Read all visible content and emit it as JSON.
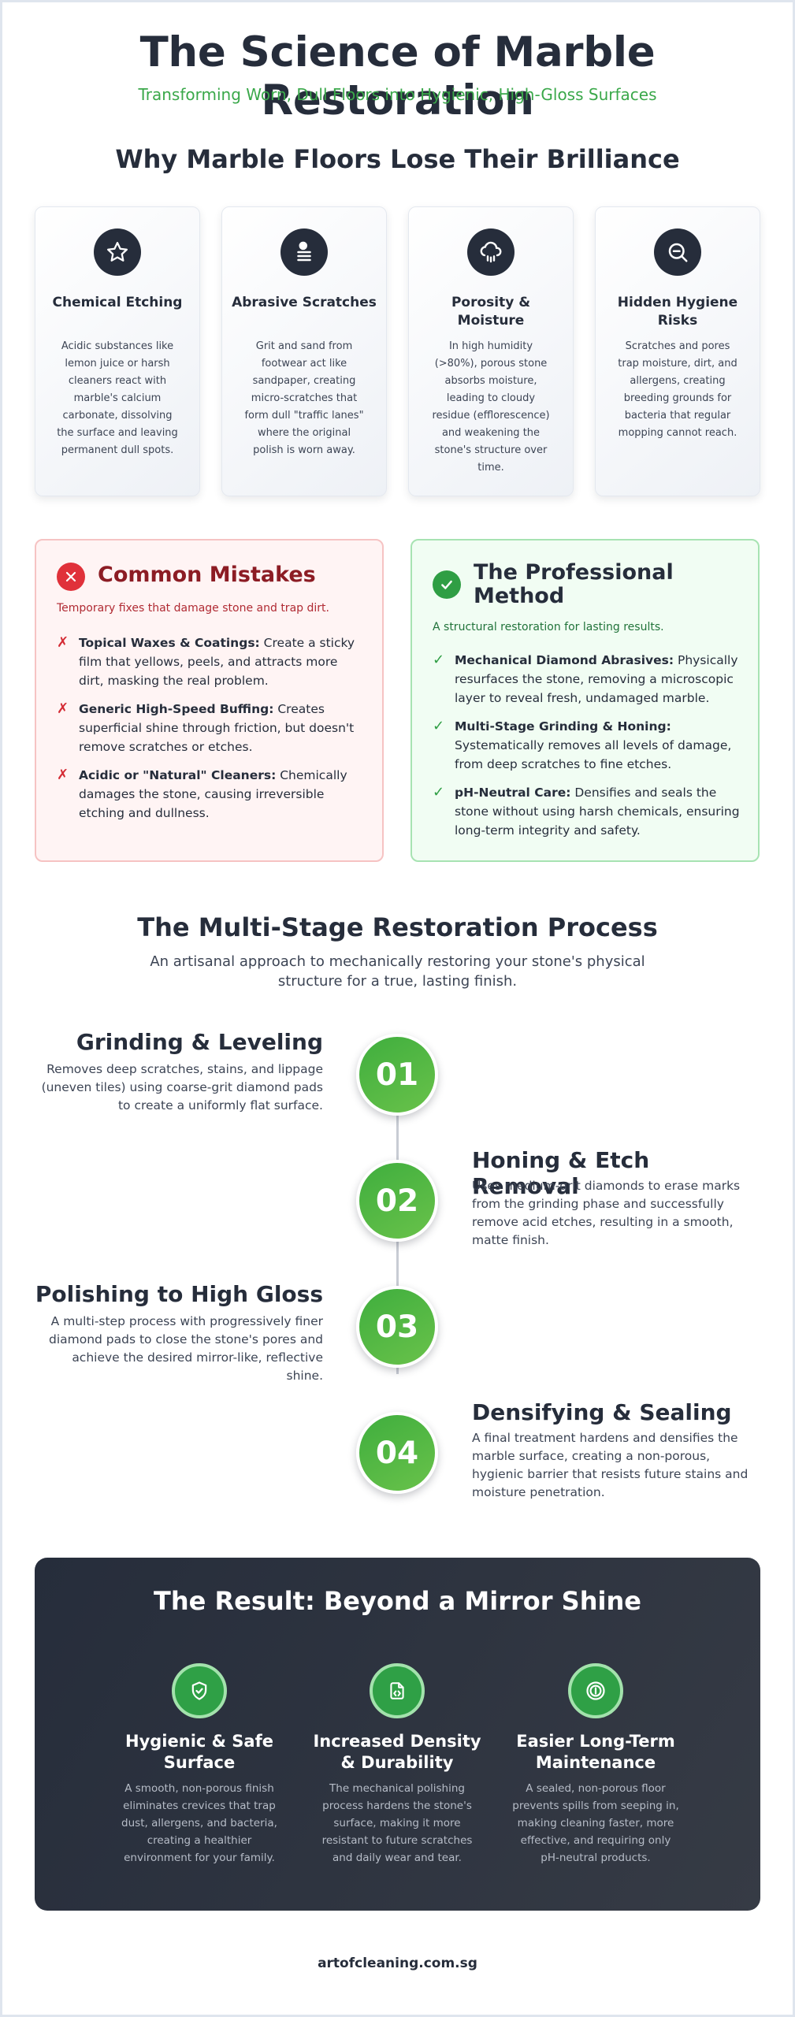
{
  "header": {
    "title": "The Science of Marble Restoration",
    "subtitle": "Transforming Worn, Dull Floors into Hygienic, High-Gloss Surfaces"
  },
  "causes": {
    "title": "Why Marble Floors Lose Their Brilliance",
    "cards": [
      {
        "icon": "star-icon",
        "title": "Chemical Etching",
        "text": "Acidic substances like lemon juice or harsh cleaners react with marble's calcium carbonate, dissolving the surface and leaving permanent dull spots."
      },
      {
        "icon": "layers-icon",
        "title": "Abrasive Scratches",
        "text": "Grit and sand from footwear act like sandpaper, creating micro-scratches that form dull \"traffic lanes\" where the original polish is worn away."
      },
      {
        "icon": "cloud-rain-icon",
        "title": "Porosity & Moisture",
        "text": "In high humidity (>80%), porous stone absorbs moisture, leading to cloudy residue (efflorescence) and weakening the stone's structure over time."
      },
      {
        "icon": "zoom-out-icon",
        "title": "Hidden Hygiene Risks",
        "text": "Scratches and pores trap moisture, dirt, and allergens, creating breeding grounds for bacteria that regular mopping cannot reach."
      }
    ]
  },
  "mistakes": {
    "icon": "x-icon",
    "title": "Common Mistakes",
    "tagline": "Temporary fixes that damage stone and trap dirt.",
    "mark": "✗",
    "items": [
      {
        "label": "Topical Waxes & Coatings:",
        "text": " Create a sticky film that yellows, peels, and attracts more dirt, masking the real problem."
      },
      {
        "label": "Generic High-Speed Buffing:",
        "text": " Creates superficial shine through friction, but doesn't remove scratches or etches."
      },
      {
        "label": "Acidic or \"Natural\" Cleaners:",
        "text": " Chemically damages the stone, causing irreversible etching and dullness."
      }
    ]
  },
  "method": {
    "icon": "check-icon",
    "title": "The Professional Method",
    "tagline": "A structural restoration for lasting results.",
    "mark": "✓",
    "items": [
      {
        "label": "Mechanical Diamond Abrasives:",
        "text": " Physically resurfaces the stone, removing a microscopic layer to reveal fresh, undamaged marble."
      },
      {
        "label": "Multi-Stage Grinding & Honing:",
        "text": " Systematically removes all levels of damage, from deep scratches to fine etches."
      },
      {
        "label": "pH-Neutral Care:",
        "text": " Densifies and seals the stone without using harsh chemicals, ensuring long-term integrity and safety."
      }
    ]
  },
  "process": {
    "title": "The Multi-Stage Restoration Process",
    "intro": "An artisanal approach to mechanically restoring your stone's physical structure for a true, lasting finish.",
    "steps": [
      {
        "number": "01",
        "title": "Grinding & Leveling",
        "text": "Removes deep scratches, stains, and lippage (uneven tiles) using coarse-grit diamond pads to create a uniformly flat surface."
      },
      {
        "number": "02",
        "title": "Honing & Etch Removal",
        "text": "Uses medium-grit diamonds to erase marks from the grinding phase and successfully remove acid etches, resulting in a smooth, matte finish."
      },
      {
        "number": "03",
        "title": "Polishing to High Gloss",
        "text": "A multi-step process with progressively finer diamond pads to close the stone's pores and achieve the desired mirror-like, reflective shine."
      },
      {
        "number": "04",
        "title": "Densifying & Sealing",
        "text": "A final treatment hardens and densifies the marble surface, creating a non-porous, hygienic barrier that resists future stains and moisture penetration."
      }
    ]
  },
  "result": {
    "title": "The Result: Beyond a Mirror Shine",
    "benefits": [
      {
        "icon": "shield-check-icon",
        "title": "Hygienic & Safe Surface",
        "text": "A smooth, non-porous finish eliminates crevices that trap dust, allergens, and bacteria, creating a healthier environment for your family."
      },
      {
        "icon": "file-code-icon",
        "title": "Increased Density & Durability",
        "text": "The mechanical polishing process hardens the stone's surface, making it more resistant to future scratches and daily wear and tear."
      },
      {
        "icon": "droplet-circle-icon",
        "title": "Easier Long-Term Maintenance",
        "text": "A sealed, non-porous floor prevents spills from seeping in, making cleaning faster, more effective, and requiring only pH-neutral products."
      }
    ]
  },
  "footer": {
    "site": "artofcleaning.com.sg"
  },
  "colors": {
    "navy": "#262d3b",
    "green": "#3aa84a",
    "red": "#e0313a"
  }
}
